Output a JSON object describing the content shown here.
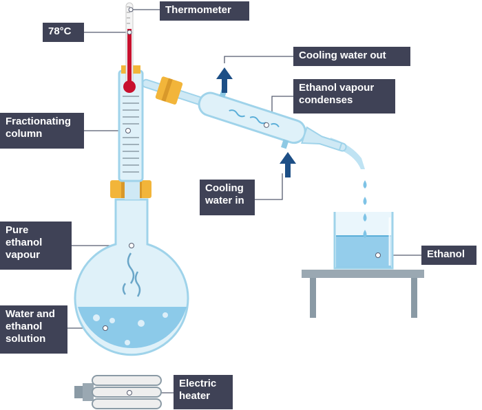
{
  "labels": {
    "thermometer": "Thermometer",
    "temperature": "78°C",
    "fractionating_column": [
      "Fractionating",
      "column"
    ],
    "cooling_water_out": "Cooling water out",
    "ethanol_vapour_condenses": [
      "Ethanol vapour",
      "condenses"
    ],
    "cooling_water_in": [
      "Cooling",
      "water in"
    ],
    "pure_ethanol_vapour": [
      "Pure",
      "ethanol",
      "vapour"
    ],
    "water_ethanol_solution": [
      "Water and",
      "ethanol",
      "solution"
    ],
    "ethanol": "Ethanol",
    "electric_heater": [
      "Electric",
      "heater"
    ]
  },
  "colors": {
    "label_bg": "#3f4256",
    "glass": "#cfe9f5",
    "glass_edge": "#9fd3ea",
    "liquid": "#7ec3e6",
    "arrow": "#1d4f86",
    "stopper": "#f2b53a",
    "thermo_red": "#c8102e",
    "table": "#8a9aa5"
  },
  "icons": [
    "flask-icon",
    "thermometer-icon",
    "condenser-icon",
    "beaker-icon",
    "heater-icon",
    "water-arrow-icon"
  ]
}
